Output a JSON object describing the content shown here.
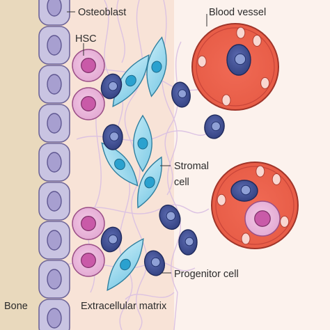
{
  "labels": {
    "osteoblast": "Osteoblast",
    "hsc": "HSC",
    "blood_vessel": "Blood vessel",
    "stromal_line1": "Stromal",
    "stromal_line2": "cell",
    "progenitor": "Progenitor cell",
    "bone": "Bone",
    "ecm": "Extracellular matrix"
  },
  "colors": {
    "bone": "#e9d9bd",
    "niche": "#f8e3d7",
    "osteoblast": "#c9c4e2",
    "hsc": "#e6b3d6",
    "hsc_nucleus": "#c95aa8",
    "vessel": "#e9604a",
    "progenitor": "#3f4f93",
    "stromal": "#8fd3ea",
    "stromal_nucleus": "#2aa1cf",
    "matrix_fiber": "#d9bfe3"
  }
}
